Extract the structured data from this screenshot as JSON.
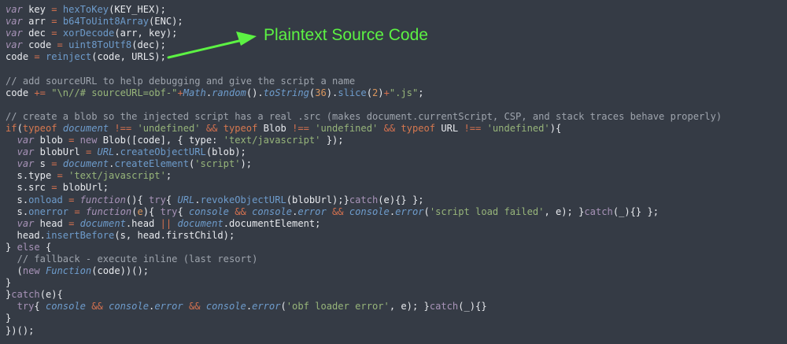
{
  "annotation": {
    "label": "Plaintext Source Code",
    "color": "#5cf243"
  },
  "code_lines": [
    [
      [
        "k",
        "var"
      ],
      [
        "p",
        " key "
      ],
      [
        "o",
        "="
      ],
      [
        "p",
        " "
      ],
      [
        "f",
        "hexToKey"
      ],
      [
        "p",
        "(KEY_HEX);"
      ]
    ],
    [
      [
        "k",
        "var"
      ],
      [
        "p",
        " arr "
      ],
      [
        "o",
        "="
      ],
      [
        "p",
        " "
      ],
      [
        "f",
        "b64ToUint8Array"
      ],
      [
        "p",
        "(ENC);"
      ]
    ],
    [
      [
        "k",
        "var"
      ],
      [
        "p",
        " dec "
      ],
      [
        "o",
        "="
      ],
      [
        "p",
        " "
      ],
      [
        "f",
        "xorDecode"
      ],
      [
        "p",
        "(arr, key);"
      ]
    ],
    [
      [
        "k",
        "var"
      ],
      [
        "p",
        " code "
      ],
      [
        "o",
        "="
      ],
      [
        "p",
        " "
      ],
      [
        "f",
        "uint8ToUtf8"
      ],
      [
        "p",
        "(dec);"
      ]
    ],
    [
      [
        "p",
        "code "
      ],
      [
        "o",
        "="
      ],
      [
        "p",
        " "
      ],
      [
        "f",
        "reinject"
      ],
      [
        "p",
        "(code, URLS);"
      ]
    ],
    [],
    [
      [
        "c",
        "// add sourceURL to help debugging and give the script a name"
      ]
    ],
    [
      [
        "p",
        "code "
      ],
      [
        "o",
        "+="
      ],
      [
        "p",
        " "
      ],
      [
        "s",
        "\"\\n//# sourceURL=obf-\""
      ],
      [
        "o",
        "+"
      ],
      [
        "i",
        "Math"
      ],
      [
        "p",
        "."
      ],
      [
        "fi",
        "random"
      ],
      [
        "p",
        "()."
      ],
      [
        "fi",
        "toString"
      ],
      [
        "p",
        "("
      ],
      [
        "n",
        "36"
      ],
      [
        "p",
        ")."
      ],
      [
        "f",
        "slice"
      ],
      [
        "p",
        "("
      ],
      [
        "n",
        "2"
      ],
      [
        "p",
        ")"
      ],
      [
        "o",
        "+"
      ],
      [
        "s",
        "\".js\""
      ],
      [
        "p",
        ";"
      ]
    ],
    [],
    [
      [
        "c",
        "// create a blob so the injected script has a real .src (makes document.currentScript, CSP, and stack traces behave properly)"
      ]
    ],
    [
      [
        "t",
        "if"
      ],
      [
        "p",
        "("
      ],
      [
        "t",
        "typeof"
      ],
      [
        "p",
        " "
      ],
      [
        "i",
        "document"
      ],
      [
        "p",
        " "
      ],
      [
        "o",
        "!=="
      ],
      [
        "p",
        " "
      ],
      [
        "s",
        "'undefined'"
      ],
      [
        "p",
        " "
      ],
      [
        "o",
        "&&"
      ],
      [
        "p",
        " "
      ],
      [
        "t",
        "typeof"
      ],
      [
        "p",
        " Blob "
      ],
      [
        "o",
        "!=="
      ],
      [
        "p",
        " "
      ],
      [
        "s",
        "'undefined'"
      ],
      [
        "p",
        " "
      ],
      [
        "o",
        "&&"
      ],
      [
        "p",
        " "
      ],
      [
        "t",
        "typeof"
      ],
      [
        "p",
        " URL "
      ],
      [
        "o",
        "!=="
      ],
      [
        "p",
        " "
      ],
      [
        "s",
        "'undefined'"
      ],
      [
        "p",
        "){"
      ]
    ],
    [
      [
        "p",
        "  "
      ],
      [
        "k",
        "var"
      ],
      [
        "p",
        " blob "
      ],
      [
        "o",
        "="
      ],
      [
        "p",
        " "
      ],
      [
        "b",
        "new"
      ],
      [
        "p",
        " Blob([code], { type: "
      ],
      [
        "s",
        "'text/javascript'"
      ],
      [
        "p",
        " });"
      ]
    ],
    [
      [
        "p",
        "  "
      ],
      [
        "k",
        "var"
      ],
      [
        "p",
        " blobUrl "
      ],
      [
        "o",
        "="
      ],
      [
        "p",
        " "
      ],
      [
        "i",
        "URL"
      ],
      [
        "p",
        "."
      ],
      [
        "f",
        "createObjectURL"
      ],
      [
        "p",
        "(blob);"
      ]
    ],
    [
      [
        "p",
        "  "
      ],
      [
        "k",
        "var"
      ],
      [
        "p",
        " s "
      ],
      [
        "o",
        "="
      ],
      [
        "p",
        " "
      ],
      [
        "i",
        "document"
      ],
      [
        "p",
        "."
      ],
      [
        "f",
        "createElement"
      ],
      [
        "p",
        "("
      ],
      [
        "s",
        "'script'"
      ],
      [
        "p",
        ");"
      ]
    ],
    [
      [
        "p",
        "  s.type "
      ],
      [
        "o",
        "="
      ],
      [
        "p",
        " "
      ],
      [
        "s",
        "'text/javascript'"
      ],
      [
        "p",
        ";"
      ]
    ],
    [
      [
        "p",
        "  s.src "
      ],
      [
        "o",
        "="
      ],
      [
        "p",
        " blobUrl;"
      ]
    ],
    [
      [
        "p",
        "  s."
      ],
      [
        "f",
        "onload"
      ],
      [
        "p",
        " "
      ],
      [
        "o",
        "="
      ],
      [
        "p",
        " "
      ],
      [
        "k",
        "function"
      ],
      [
        "p",
        "(){ "
      ],
      [
        "b",
        "try"
      ],
      [
        "p",
        "{ "
      ],
      [
        "i",
        "URL"
      ],
      [
        "p",
        "."
      ],
      [
        "f",
        "revokeObjectURL"
      ],
      [
        "p",
        "(blobUrl);}"
      ],
      [
        "b",
        "catch"
      ],
      [
        "p",
        "(e){} };"
      ]
    ],
    [
      [
        "p",
        "  s."
      ],
      [
        "f",
        "onerror"
      ],
      [
        "p",
        " "
      ],
      [
        "o",
        "="
      ],
      [
        "p",
        " "
      ],
      [
        "k",
        "function"
      ],
      [
        "p",
        "("
      ],
      [
        "n",
        "e"
      ],
      [
        "p",
        "){ "
      ],
      [
        "b",
        "try"
      ],
      [
        "p",
        "{ "
      ],
      [
        "i",
        "console"
      ],
      [
        "p",
        " "
      ],
      [
        "o",
        "&&"
      ],
      [
        "p",
        " "
      ],
      [
        "i",
        "console"
      ],
      [
        "p",
        "."
      ],
      [
        "fi",
        "error"
      ],
      [
        "p",
        " "
      ],
      [
        "o",
        "&&"
      ],
      [
        "p",
        " "
      ],
      [
        "i",
        "console"
      ],
      [
        "p",
        "."
      ],
      [
        "fi",
        "error"
      ],
      [
        "p",
        "("
      ],
      [
        "s",
        "'script load failed'"
      ],
      [
        "p",
        ", e); }"
      ],
      [
        "b",
        "catch"
      ],
      [
        "p",
        "(_){} };"
      ]
    ],
    [
      [
        "p",
        "  "
      ],
      [
        "k",
        "var"
      ],
      [
        "p",
        " head "
      ],
      [
        "o",
        "="
      ],
      [
        "p",
        " "
      ],
      [
        "i",
        "document"
      ],
      [
        "p",
        ".head "
      ],
      [
        "o",
        "||"
      ],
      [
        "p",
        " "
      ],
      [
        "i",
        "document"
      ],
      [
        "p",
        ".documentElement;"
      ]
    ],
    [
      [
        "p",
        "  head."
      ],
      [
        "f",
        "insertBefore"
      ],
      [
        "p",
        "(s, head.firstChild);"
      ]
    ],
    [
      [
        "p",
        "} "
      ],
      [
        "b",
        "else"
      ],
      [
        "p",
        " {"
      ]
    ],
    [
      [
        "p",
        "  "
      ],
      [
        "c",
        "// fallback - execute inline (last resort)"
      ]
    ],
    [
      [
        "p",
        "  ("
      ],
      [
        "b",
        "new"
      ],
      [
        "p",
        " "
      ],
      [
        "i",
        "Function"
      ],
      [
        "p",
        "(code))();"
      ]
    ],
    [
      [
        "p",
        "}"
      ]
    ],
    [
      [
        "p",
        "}"
      ],
      [
        "b",
        "catch"
      ],
      [
        "p",
        "(e){"
      ]
    ],
    [
      [
        "p",
        "  "
      ],
      [
        "b",
        "try"
      ],
      [
        "p",
        "{ "
      ],
      [
        "i",
        "console"
      ],
      [
        "p",
        " "
      ],
      [
        "o",
        "&&"
      ],
      [
        "p",
        " "
      ],
      [
        "i",
        "console"
      ],
      [
        "p",
        "."
      ],
      [
        "fi",
        "error"
      ],
      [
        "p",
        " "
      ],
      [
        "o",
        "&&"
      ],
      [
        "p",
        " "
      ],
      [
        "i",
        "console"
      ],
      [
        "p",
        "."
      ],
      [
        "fi",
        "error"
      ],
      [
        "p",
        "("
      ],
      [
        "s",
        "'obf loader error'"
      ],
      [
        "p",
        ", e); }"
      ],
      [
        "b",
        "catch"
      ],
      [
        "p",
        "(_){}"
      ]
    ],
    [
      [
        "p",
        "}"
      ]
    ],
    [
      [
        "p",
        "})();"
      ]
    ]
  ]
}
